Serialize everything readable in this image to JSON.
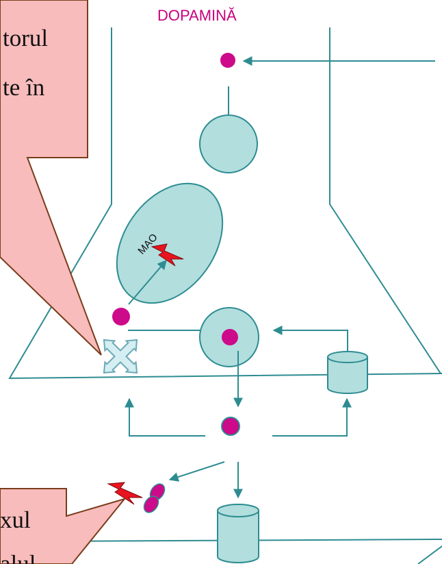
{
  "title": "DOPAMINĂ",
  "callout_top": {
    "line1": "torul",
    "line2": "te în"
  },
  "callout_bottom": {
    "line1": "xul",
    "line2": "alul"
  },
  "enzyme_label": "MAO",
  "colors": {
    "line": "#2d8c91",
    "cell_fill": "#b2dede",
    "dot": "#cc0a8a",
    "title": "#c8007e",
    "callout_fill": "#f8bcbc",
    "callout_border": "#7a3c1a",
    "spark_red": "#e8141e",
    "spark_dark": "#7a0a10"
  }
}
